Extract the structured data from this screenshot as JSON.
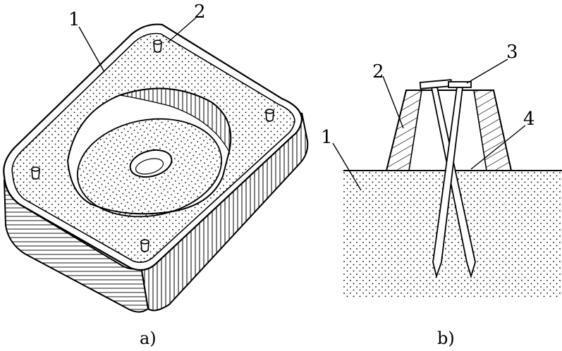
{
  "figure_a": {
    "caption": "a)",
    "callouts": [
      {
        "id": "1",
        "text": "1"
      },
      {
        "id": "2",
        "text": "2"
      }
    ]
  },
  "figure_b": {
    "caption": "b)",
    "callouts": [
      {
        "id": "1",
        "text": "1"
      },
      {
        "id": "2",
        "text": "2"
      },
      {
        "id": "3",
        "text": "3"
      },
      {
        "id": "4",
        "text": "4"
      }
    ]
  }
}
